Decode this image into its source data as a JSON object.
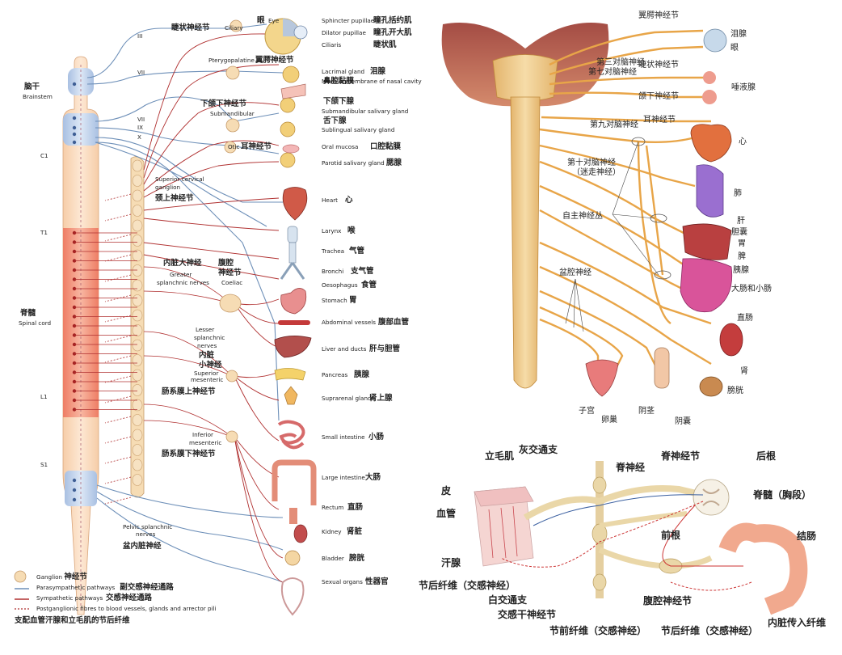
{
  "left": {
    "brainstem": {
      "cn": "脑干",
      "en": "Brainstem"
    },
    "spinal_cord": {
      "cn": "脊髓",
      "en": "Spinal cord"
    },
    "segments": [
      "C1",
      "T1",
      "L1",
      "S1"
    ],
    "cranial_nerves": [
      "III",
      "VII",
      "VII",
      "IX",
      "X"
    ],
    "eye": {
      "cn": "眼",
      "en": "Eye"
    },
    "ciliary_ganglion": {
      "cn": "睫状神经节",
      "en": "Ciliary"
    },
    "eye_muscles": [
      {
        "en": "Sphincter pupillae",
        "cn": "瞳孔括约肌"
      },
      {
        "en": "Dilator pupillae",
        "cn": "瞳孔开大肌"
      },
      {
        "en": "Ciliaris",
        "cn": "睫状肌"
      }
    ],
    "pterygopalatine": {
      "en": "Pterygopalatine",
      "cn": "翼腭神经节"
    },
    "submandibular": {
      "cn": "下颌下神经节",
      "en": "Submandibular"
    },
    "otic": {
      "en": "Otic",
      "cn": "耳神经节"
    },
    "superior_cervical": {
      "en1": "Superior cervical",
      "en2": "ganglion",
      "cn": "颈上神经节"
    },
    "greater_splanchnic": {
      "cn": "内脏大神经",
      "en1": "Greater",
      "en2": "splanchnic nerves"
    },
    "coeliac": {
      "cn1": "腹腔",
      "cn2": "神经节",
      "en": "Coeliac"
    },
    "lesser_splanchnic": {
      "en1": "Lesser",
      "en2": "splanchnic",
      "en3": "nerves",
      "cn1": "内脏",
      "cn2": "小神经"
    },
    "superior_mesenteric": {
      "en1": "Superior",
      "en2": "mesenteric",
      "cn": "肠系膜上神经节"
    },
    "inferior_mesenteric": {
      "en1": "Inferior",
      "en2": "mesenteric",
      "cn": "肠系膜下神经节"
    },
    "pelvic_splanchnic": {
      "en1": "Pelvic splanchnic",
      "en2": "nerves",
      "cn": "盆内脏神经"
    },
    "organs": [
      {
        "en": "Lacrimal gland",
        "cn": "泪腺"
      },
      {
        "en": "Mucous membrane of nasal cavity",
        "cn": "鼻腔黏膜"
      },
      {
        "en": "",
        "cn": "下颌下腺"
      },
      {
        "en": "Submandibular salivary gland",
        "cn": ""
      },
      {
        "en": "",
        "cn": "舌下腺"
      },
      {
        "en": "Sublingual salivary gland",
        "cn": ""
      },
      {
        "en": "Oral mucosa",
        "cn": "口腔黏膜"
      },
      {
        "en": "Parotid salivary gland",
        "cn": "腮腺"
      },
      {
        "en": "Heart",
        "cn": "心"
      },
      {
        "en": "Larynx",
        "cn": "喉"
      },
      {
        "en": "Trachea",
        "cn": "气管"
      },
      {
        "en": "Bronchi",
        "cn": "支气管"
      },
      {
        "en": "Oesophagus",
        "cn": "食管"
      },
      {
        "en": "Stomach",
        "cn": "胃"
      },
      {
        "en": "Abdominal vessels",
        "cn": "腹部血管"
      },
      {
        "en": "Liver and ducts",
        "cn": "肝与胆管"
      },
      {
        "en": "Pancreas",
        "cn": "胰腺"
      },
      {
        "en": "Suprarenal gland",
        "cn": "肾上腺"
      },
      {
        "en": "Small intestine",
        "cn": "小肠"
      },
      {
        "en": "Large intestine",
        "cn": "大肠"
      },
      {
        "en": "Rectum",
        "cn": "直肠"
      },
      {
        "en": "Kidney",
        "cn": "肾脏"
      },
      {
        "en": "Bladder",
        "cn": "膀胱"
      },
      {
        "en": "Sexual organs",
        "cn": "性器官"
      }
    ],
    "legend": [
      {
        "en": "Ganglion",
        "cn": "神经节",
        "color": "#f6dcb4"
      },
      {
        "en": "Parasympathetic pathways",
        "cn": "副交感神经通路",
        "color": "#6d8fb8"
      },
      {
        "en": "Sympathetic pathways",
        "cn": "交感神经通路",
        "color": "#b03030"
      },
      {
        "en": "Postganglionic fibres to blood vessels, glands and arrector pili",
        "cn": "",
        "color": "#b03030"
      }
    ],
    "legend_note": "支配血管汗腺和立毛肌的节后纤维"
  },
  "topright": {
    "labels": [
      "翼腭神经节",
      "泪腺",
      "眼",
      "第三对脑神经",
      "第七对脑神经",
      "睫状神经节",
      "唾液腺",
      "颌下神经节",
      "第九对脑神经",
      "耳神经节",
      "心",
      "第十对脑神经",
      "（迷走神经）",
      "肺",
      "自主神经丛",
      "肝",
      "胆囊",
      "胃",
      "脾",
      "胰腺",
      "大肠和小肠",
      "盆腔神经",
      "直肠",
      "肾",
      "膀胱",
      "子宫",
      "卵巢",
      "阴茎",
      "阴囊"
    ]
  },
  "bottomright": {
    "labels": [
      "立毛肌",
      "灰交通支",
      "脊神经",
      "脊神经节",
      "后根",
      "脊髓（胸段）",
      "皮",
      "血管",
      "前根",
      "结肠",
      "汗腺",
      "节后纤维（交感神经）",
      "白交通支",
      "腹腔神经节",
      "交感干神经节",
      "节前纤维（交感神经）",
      "节后纤维（交感神经）",
      "内脏传入纤维"
    ]
  },
  "colors": {
    "sympathetic": "#b03030",
    "parasympathetic": "#6d8fb8",
    "ganglion": "#f6dcb4",
    "nerve_yellow": "#e8a548",
    "cord_red": "#f0937a",
    "cord_blue": "#b8cbe6",
    "cord_peach": "#f9dcc0"
  }
}
